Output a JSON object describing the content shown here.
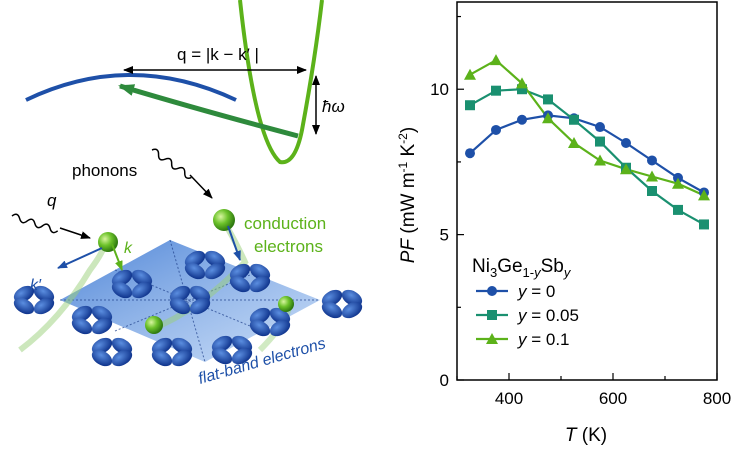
{
  "schematic": {
    "q_equation": "q = |k − k′ |",
    "hbar_omega": "ħω",
    "phonons_label": "phonons",
    "q_label": "q",
    "k_label": "k",
    "k_prime_label": "k′",
    "conduction_line1": "conduction",
    "conduction_line2": "electrons",
    "flatband_label": "flat-band electrons"
  },
  "colors": {
    "green": "#5cb21a",
    "dark_green": "#2e8a3c",
    "teal": "#1a9070",
    "blue": "#1e50a8",
    "axis": "#000000"
  },
  "chart_data": {
    "type": "line",
    "xlabel_var": "T",
    "xlabel_unit": " (K)",
    "ylabel_var": "PF",
    "ylabel_unit": " (mW m",
    "ylabel_exp1": "-1",
    "ylabel_mid": " K",
    "ylabel_exp2": "-2",
    "ylabel_end": ")",
    "xlim": [
      300,
      800
    ],
    "ylim": [
      0,
      13
    ],
    "xticks": [
      400,
      600,
      800
    ],
    "yticks": [
      0,
      5,
      10
    ],
    "xtick_labels": [
      "400",
      "600",
      "800"
    ],
    "ytick_labels": [
      "0",
      "5",
      "10"
    ],
    "legend_title": {
      "a": "Ni",
      "b": "3",
      "c": "Ge",
      "d": "1-",
      "e": "y",
      "f": "Sb",
      "g": "y"
    },
    "legend_position": "bottom-left",
    "series": [
      {
        "name": "y = 0",
        "name_var": "y",
        "name_rest": " = 0",
        "marker": "circle",
        "color": "#1e50a8",
        "x": [
          325,
          375,
          425,
          475,
          525,
          575,
          625,
          675,
          725,
          775
        ],
        "y": [
          7.8,
          8.6,
          8.95,
          9.1,
          9.0,
          8.7,
          8.15,
          7.55,
          6.95,
          6.45
        ]
      },
      {
        "name": "y = 0.05",
        "name_var": "y",
        "name_rest": " = 0.05",
        "marker": "square",
        "color": "#1a9070",
        "x": [
          325,
          375,
          425,
          475,
          525,
          575,
          625,
          675,
          725,
          775
        ],
        "y": [
          9.45,
          9.95,
          10.0,
          9.65,
          8.95,
          8.2,
          7.3,
          6.5,
          5.85,
          5.35
        ]
      },
      {
        "name": "y = 0.1",
        "name_var": "y",
        "name_rest": " = 0.1",
        "marker": "triangle",
        "color": "#5cb21a",
        "x": [
          325,
          375,
          425,
          475,
          525,
          575,
          625,
          675,
          725,
          775
        ],
        "y": [
          10.5,
          11.0,
          10.2,
          9.0,
          8.15,
          7.55,
          7.25,
          7.0,
          6.75,
          6.35
        ]
      }
    ]
  }
}
